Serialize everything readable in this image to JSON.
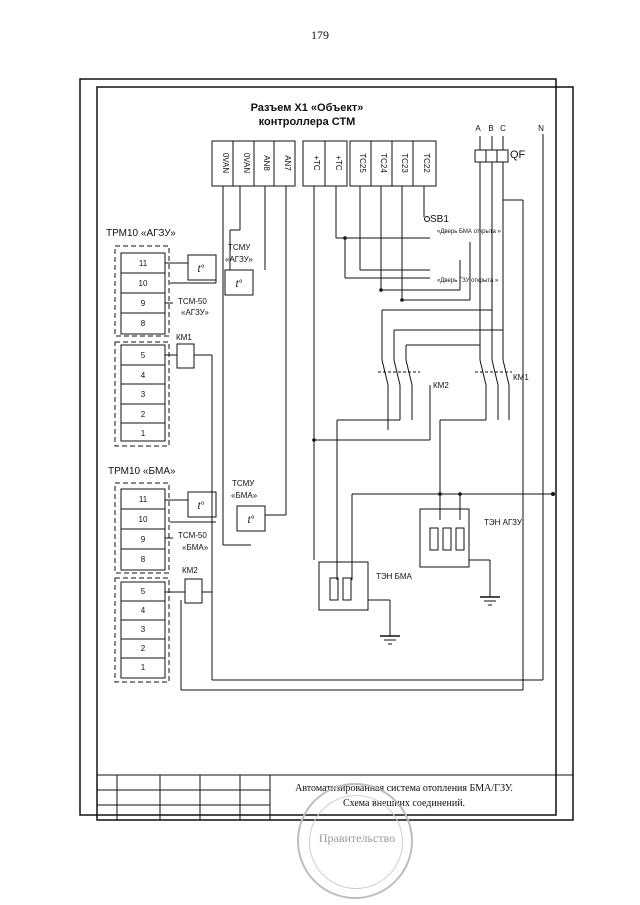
{
  "page_number": "179",
  "connector": {
    "title_line1": "Разъем Х1 «Объект»",
    "title_line2": "контроллера СТМ",
    "pins_left": [
      "0VAN",
      "0VAN",
      "AN8",
      "AN7"
    ],
    "pins_mid": [
      "+TC",
      "+TC"
    ],
    "pins_right": [
      "TC25",
      "TC24",
      "TC23",
      "TC22"
    ]
  },
  "phases": {
    "a": "A",
    "b": "B",
    "c": "C",
    "n": "N",
    "breaker": "QF"
  },
  "switch": {
    "label": "SB1",
    "note1": "«Дверь БМА открыта »",
    "note2": "«Дверь ГЗУ открыта »"
  },
  "trm_agzu": {
    "title": "ТРМ10 «АГЗУ»",
    "terminals": [
      "11",
      "10",
      "9",
      "8"
    ],
    "sensor_line1": "ТСМ-50",
    "sensor_line2": "«АГЗУ»",
    "relay_label": "КМ1",
    "relay_terminals": [
      "5",
      "4",
      "3",
      "2",
      "1"
    ]
  },
  "trm_bma": {
    "title": "ТРМ10 «БМА»",
    "terminals": [
      "11",
      "10",
      "9",
      "8"
    ],
    "sensor_line1": "ТСМ-50",
    "sensor_line2": "«БМА»",
    "relay_label": "КМ2",
    "relay_terminals": [
      "5",
      "4",
      "3",
      "2",
      "1"
    ]
  },
  "tsmu_agzu": {
    "line1": "ТСМУ",
    "line2": "«АГЗУ»"
  },
  "tsmu_bma": {
    "line1": "ТСМУ",
    "line2": "«БМА»"
  },
  "temp_symbol": "t°",
  "contactors": {
    "km2": "КМ2",
    "km1": "КМ1"
  },
  "heaters": {
    "bma": "ТЭН БМА",
    "agzu": "ТЭН АГЗУ"
  },
  "title_block": {
    "line1": "Автоматизированная система отопления БМА/ГЗУ.",
    "line2": "Схема внешних соединений."
  },
  "stamp_text": "Правительство"
}
